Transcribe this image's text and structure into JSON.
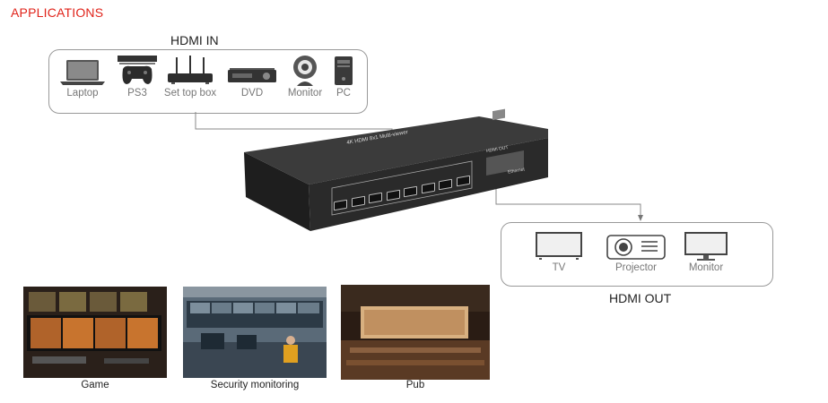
{
  "header": {
    "title": "APPLICATIONS"
  },
  "hdmi_in": {
    "label": "HDMI IN",
    "devices": [
      {
        "label": "Laptop",
        "icon": "laptop-icon"
      },
      {
        "label": "PS3",
        "icon": "game-console-icon"
      },
      {
        "label": "Set top box",
        "icon": "set-top-box-icon"
      },
      {
        "label": "DVD",
        "icon": "dvd-player-icon"
      },
      {
        "label": "Monitor",
        "icon": "webcam-icon"
      },
      {
        "label": "PC",
        "icon": "pc-tower-icon"
      }
    ]
  },
  "switcher": {
    "top_label": "4K HDMI 8x1 Multi-viewer",
    "output_label": "HDMI OUT",
    "ethernet_label": "Ethernet",
    "port_count": 8
  },
  "hdmi_out": {
    "label": "HDMI OUT",
    "devices": [
      {
        "label": "TV",
        "icon": "tv-icon"
      },
      {
        "label": "Projector",
        "icon": "projector-icon"
      },
      {
        "label": "Monitor",
        "icon": "monitor-icon"
      }
    ]
  },
  "scenarios": [
    {
      "caption": "Game"
    },
    {
      "caption": "Security monitoring"
    },
    {
      "caption": "Pub"
    }
  ],
  "colors": {
    "accent": "#e0231a",
    "line": "#888888"
  }
}
